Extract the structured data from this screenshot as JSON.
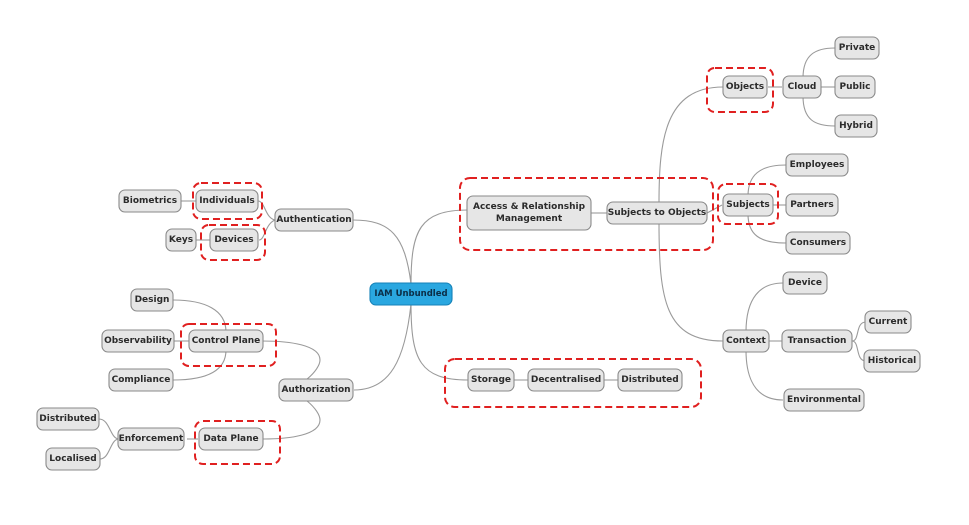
{
  "diagram": {
    "root": "IAM Unbundled",
    "colors": {
      "root_fill": "#2aa7e0",
      "root_stroke": "#1582b8",
      "node_fill": "#e6e6e6",
      "node_stroke": "#8a8a8a",
      "text": "#2b2b2b",
      "connector": "#9a9a9a",
      "highlight": "#e02020"
    },
    "branches": {
      "authentication": {
        "label": "Authentication",
        "individuals": "Individuals",
        "biometrics": "Biometrics",
        "devices": "Devices",
        "keys": "Keys"
      },
      "authorization": {
        "label": "Authorization",
        "control_plane": "Control Plane",
        "design": "Design",
        "observability": "Observability",
        "compliance": "Compliance",
        "data_plane": "Data Plane",
        "enforcement": "Enforcement",
        "distributed": "Distributed",
        "localised": "Localised"
      },
      "access": {
        "label_line1": "Access & Relationship",
        "label_line2": "Management",
        "subjects_to_objects": "Subjects to Objects",
        "objects": "Objects",
        "cloud": "Cloud",
        "private": "Private",
        "public": "Public",
        "hybrid": "Hybrid",
        "subjects": "Subjects",
        "employees": "Employees",
        "partners": "Partners",
        "consumers": "Consumers",
        "context": "Context",
        "device": "Device",
        "transaction": "Transaction",
        "current": "Current",
        "historical": "Historical",
        "environmental": "Environmental"
      },
      "storage": {
        "label": "Storage",
        "decentralised": "Decentralised",
        "distributed": "Distributed"
      }
    }
  }
}
